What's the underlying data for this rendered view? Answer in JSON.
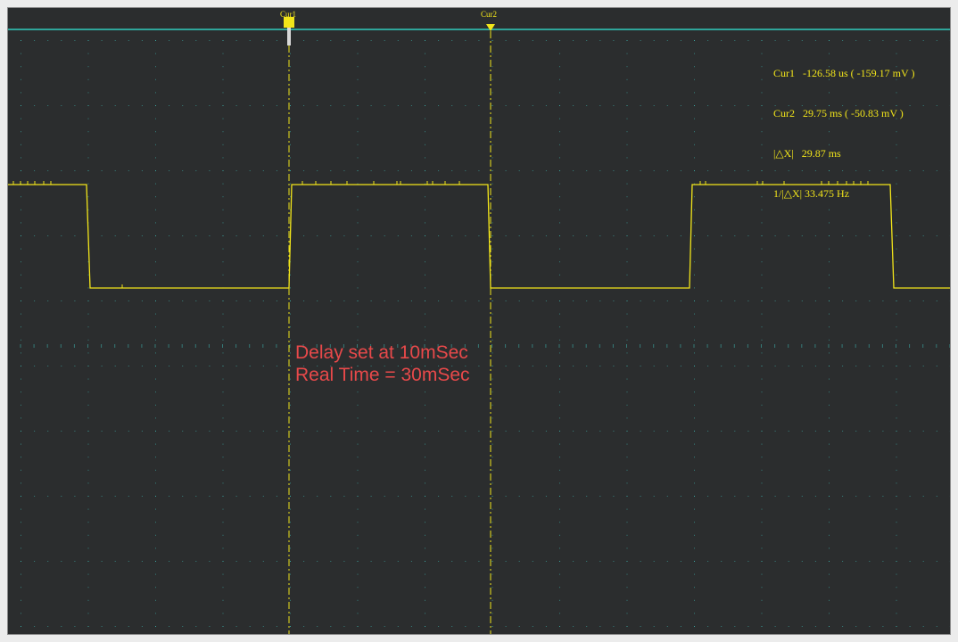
{
  "colors": {
    "background": "#2b2d2e",
    "grid": "#3fc6c0",
    "trace": "#f2e51a",
    "cursor": "#f2e51a",
    "trigger_line": "#2fa59a",
    "annotation": "#e8494a"
  },
  "cursors": {
    "cur1_tag": "Cur1",
    "cur2_tag": "Cur2"
  },
  "readout": {
    "line1": "Cur1   -126.58 us ( -159.17 mV )",
    "line2": "Cur2   29.75 ms ( -50.83 mV )",
    "line3": "|△X|   29.87 ms",
    "line4": "1/|△X| 33.475 Hz"
  },
  "annotation": {
    "line1": "Delay set at 10mSec",
    "line2": "Real Time = 30mSec"
  },
  "trace": {
    "signal": "square wave",
    "levels": [
      "high",
      "low",
      "high",
      "low",
      "high",
      "low"
    ]
  }
}
